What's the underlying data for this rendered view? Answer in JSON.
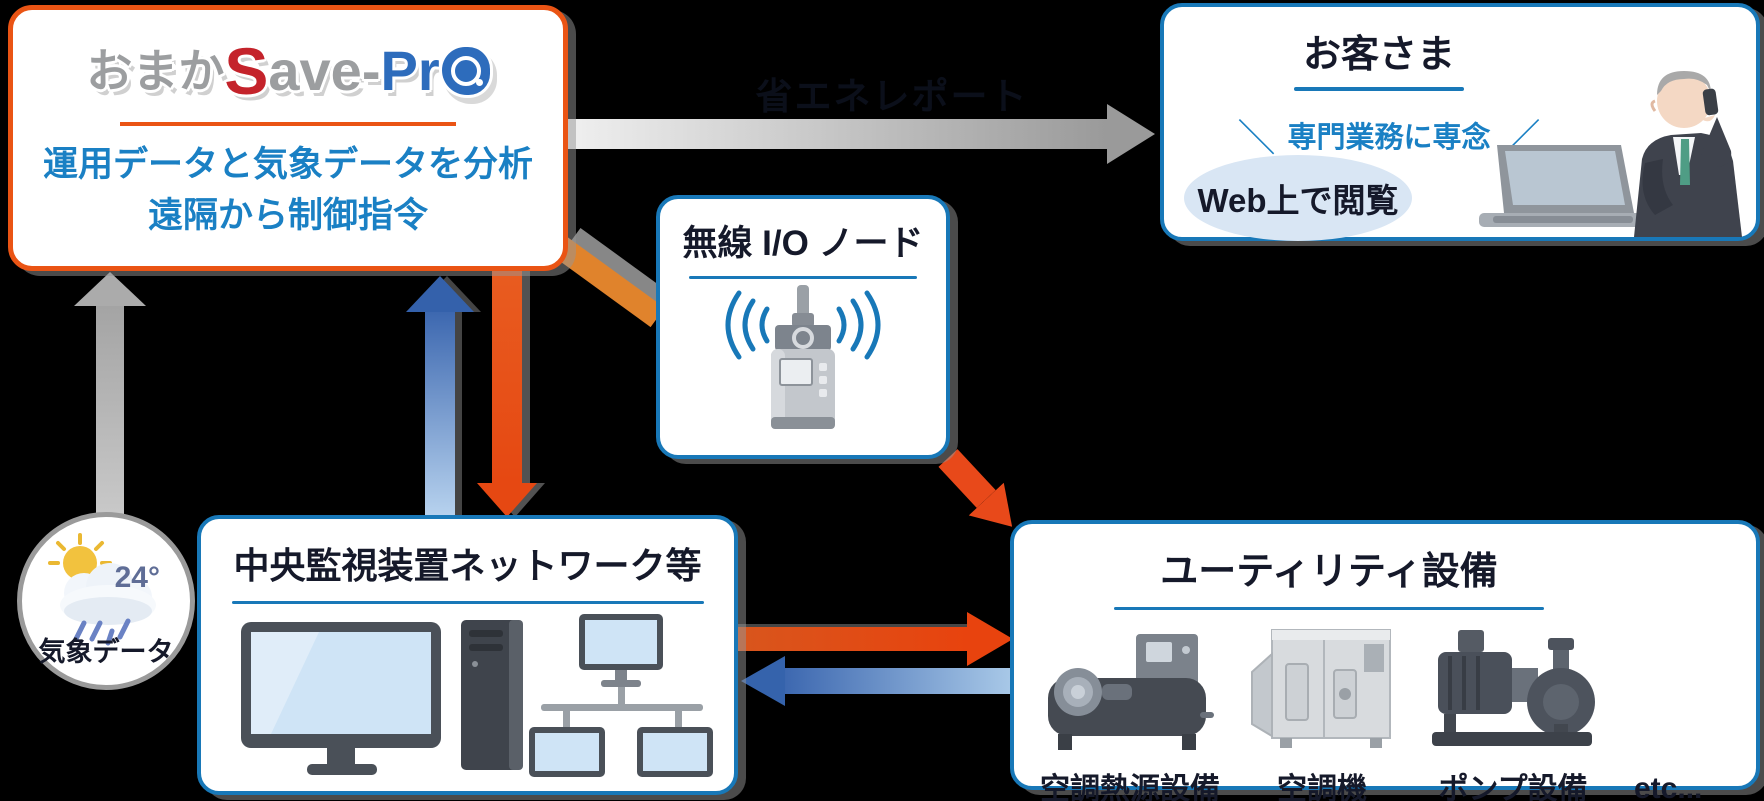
{
  "colors": {
    "background": "#000000",
    "accent_orange_border": "#ea5414",
    "accent_blue_border": "#1878b8",
    "blue_text": "#1a80c4",
    "dark_text": "#15192a",
    "arrow_orange": "#e64812",
    "arrow_orange_light": "#e0832c",
    "arrow_blue": "#3563ac",
    "arrow_gray": "#9a9a9a",
    "bubble_blue": "#d9e6f4"
  },
  "cloud_box": {
    "logo_prefix": "おまか",
    "logo_s": "S",
    "logo_mid": "ave-",
    "logo_pr": "Pr",
    "desc_line1": "運用データと気象データを分析",
    "desc_line2": "遠隔から制御指令"
  },
  "report_label": "省エネレポート",
  "customer_box": {
    "title": "お客さま",
    "slash_left": "＼",
    "callout": "専門業務に専念",
    "slash_right": "／",
    "bubble_text": "Web上で閲覧"
  },
  "wireless_box": {
    "title": "無線 I/O ノード"
  },
  "monitoring_box": {
    "title": "中央監視装置ネットワーク等"
  },
  "utility_box": {
    "title": "ユーティリティ設備",
    "labels": [
      "空調熱源設備",
      "空調機",
      "ポンプ設備"
    ],
    "etc_label": "etc..."
  },
  "weather": {
    "temperature": "24°",
    "label": "気象データ"
  }
}
